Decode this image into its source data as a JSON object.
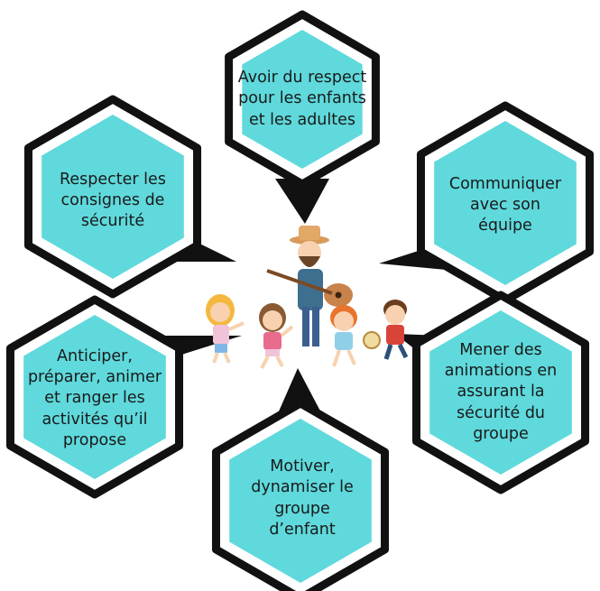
{
  "colors": {
    "fill": "#5fd9dc",
    "outline": "#111111",
    "background": "#ffffff"
  },
  "bubbles": [
    {
      "id": "respect",
      "lines": [
        "Avoir du respect",
        "pour les enfants",
        "et les adultes"
      ]
    },
    {
      "id": "securite",
      "lines": [
        "Respecter les",
        "consignes de",
        "sécurité"
      ]
    },
    {
      "id": "communiquer",
      "lines": [
        "Communiquer",
        "avec son",
        "équipe"
      ]
    },
    {
      "id": "anticiper",
      "lines": [
        "Anticiper,",
        "préparer, animer",
        "et ranger les",
        "activités qu’il",
        "propose"
      ]
    },
    {
      "id": "animations",
      "lines": [
        "Mener des",
        "animations en",
        "assurant la",
        "sécurité du",
        "groupe"
      ]
    },
    {
      "id": "motiver",
      "lines": [
        "Motiver,",
        "dynamiser le",
        "groupe",
        "d’enfant"
      ]
    }
  ],
  "illustration": {
    "name": "animateur-avec-guitare-et-enfants"
  }
}
